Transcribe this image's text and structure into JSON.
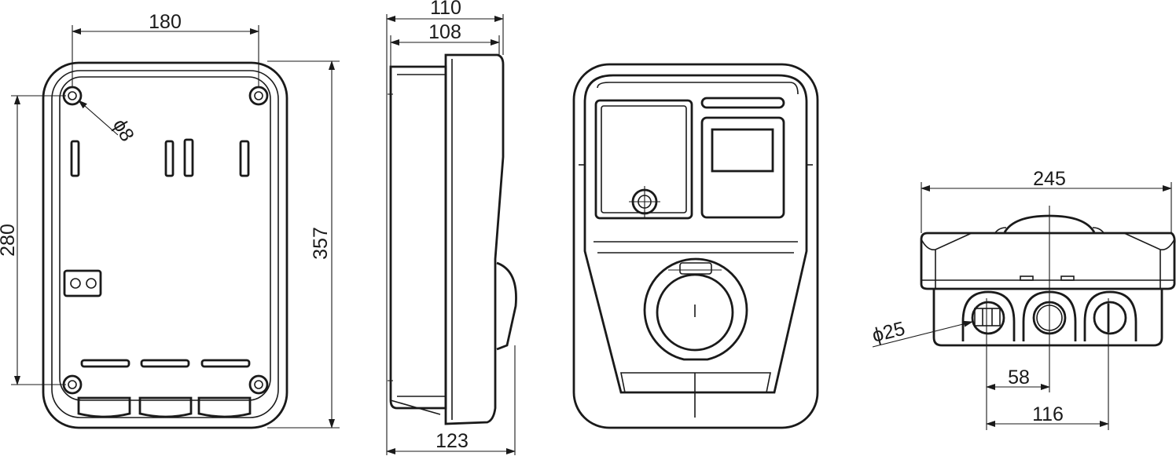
{
  "views": {
    "back": {
      "width_holes": "180",
      "hole_diameter": "ϕ8",
      "height_holes": "280",
      "height_total": "357"
    },
    "side": {
      "depth_total": "110",
      "depth_body": "108",
      "depth_bottom": "123"
    },
    "bottom": {
      "width_total": "245",
      "gland_diameter": "ϕ25",
      "gland_spacing": "58",
      "gland_outer_spacing": "116"
    }
  },
  "colors": {
    "line": "#1a1a1a",
    "background": "#ffffff"
  }
}
